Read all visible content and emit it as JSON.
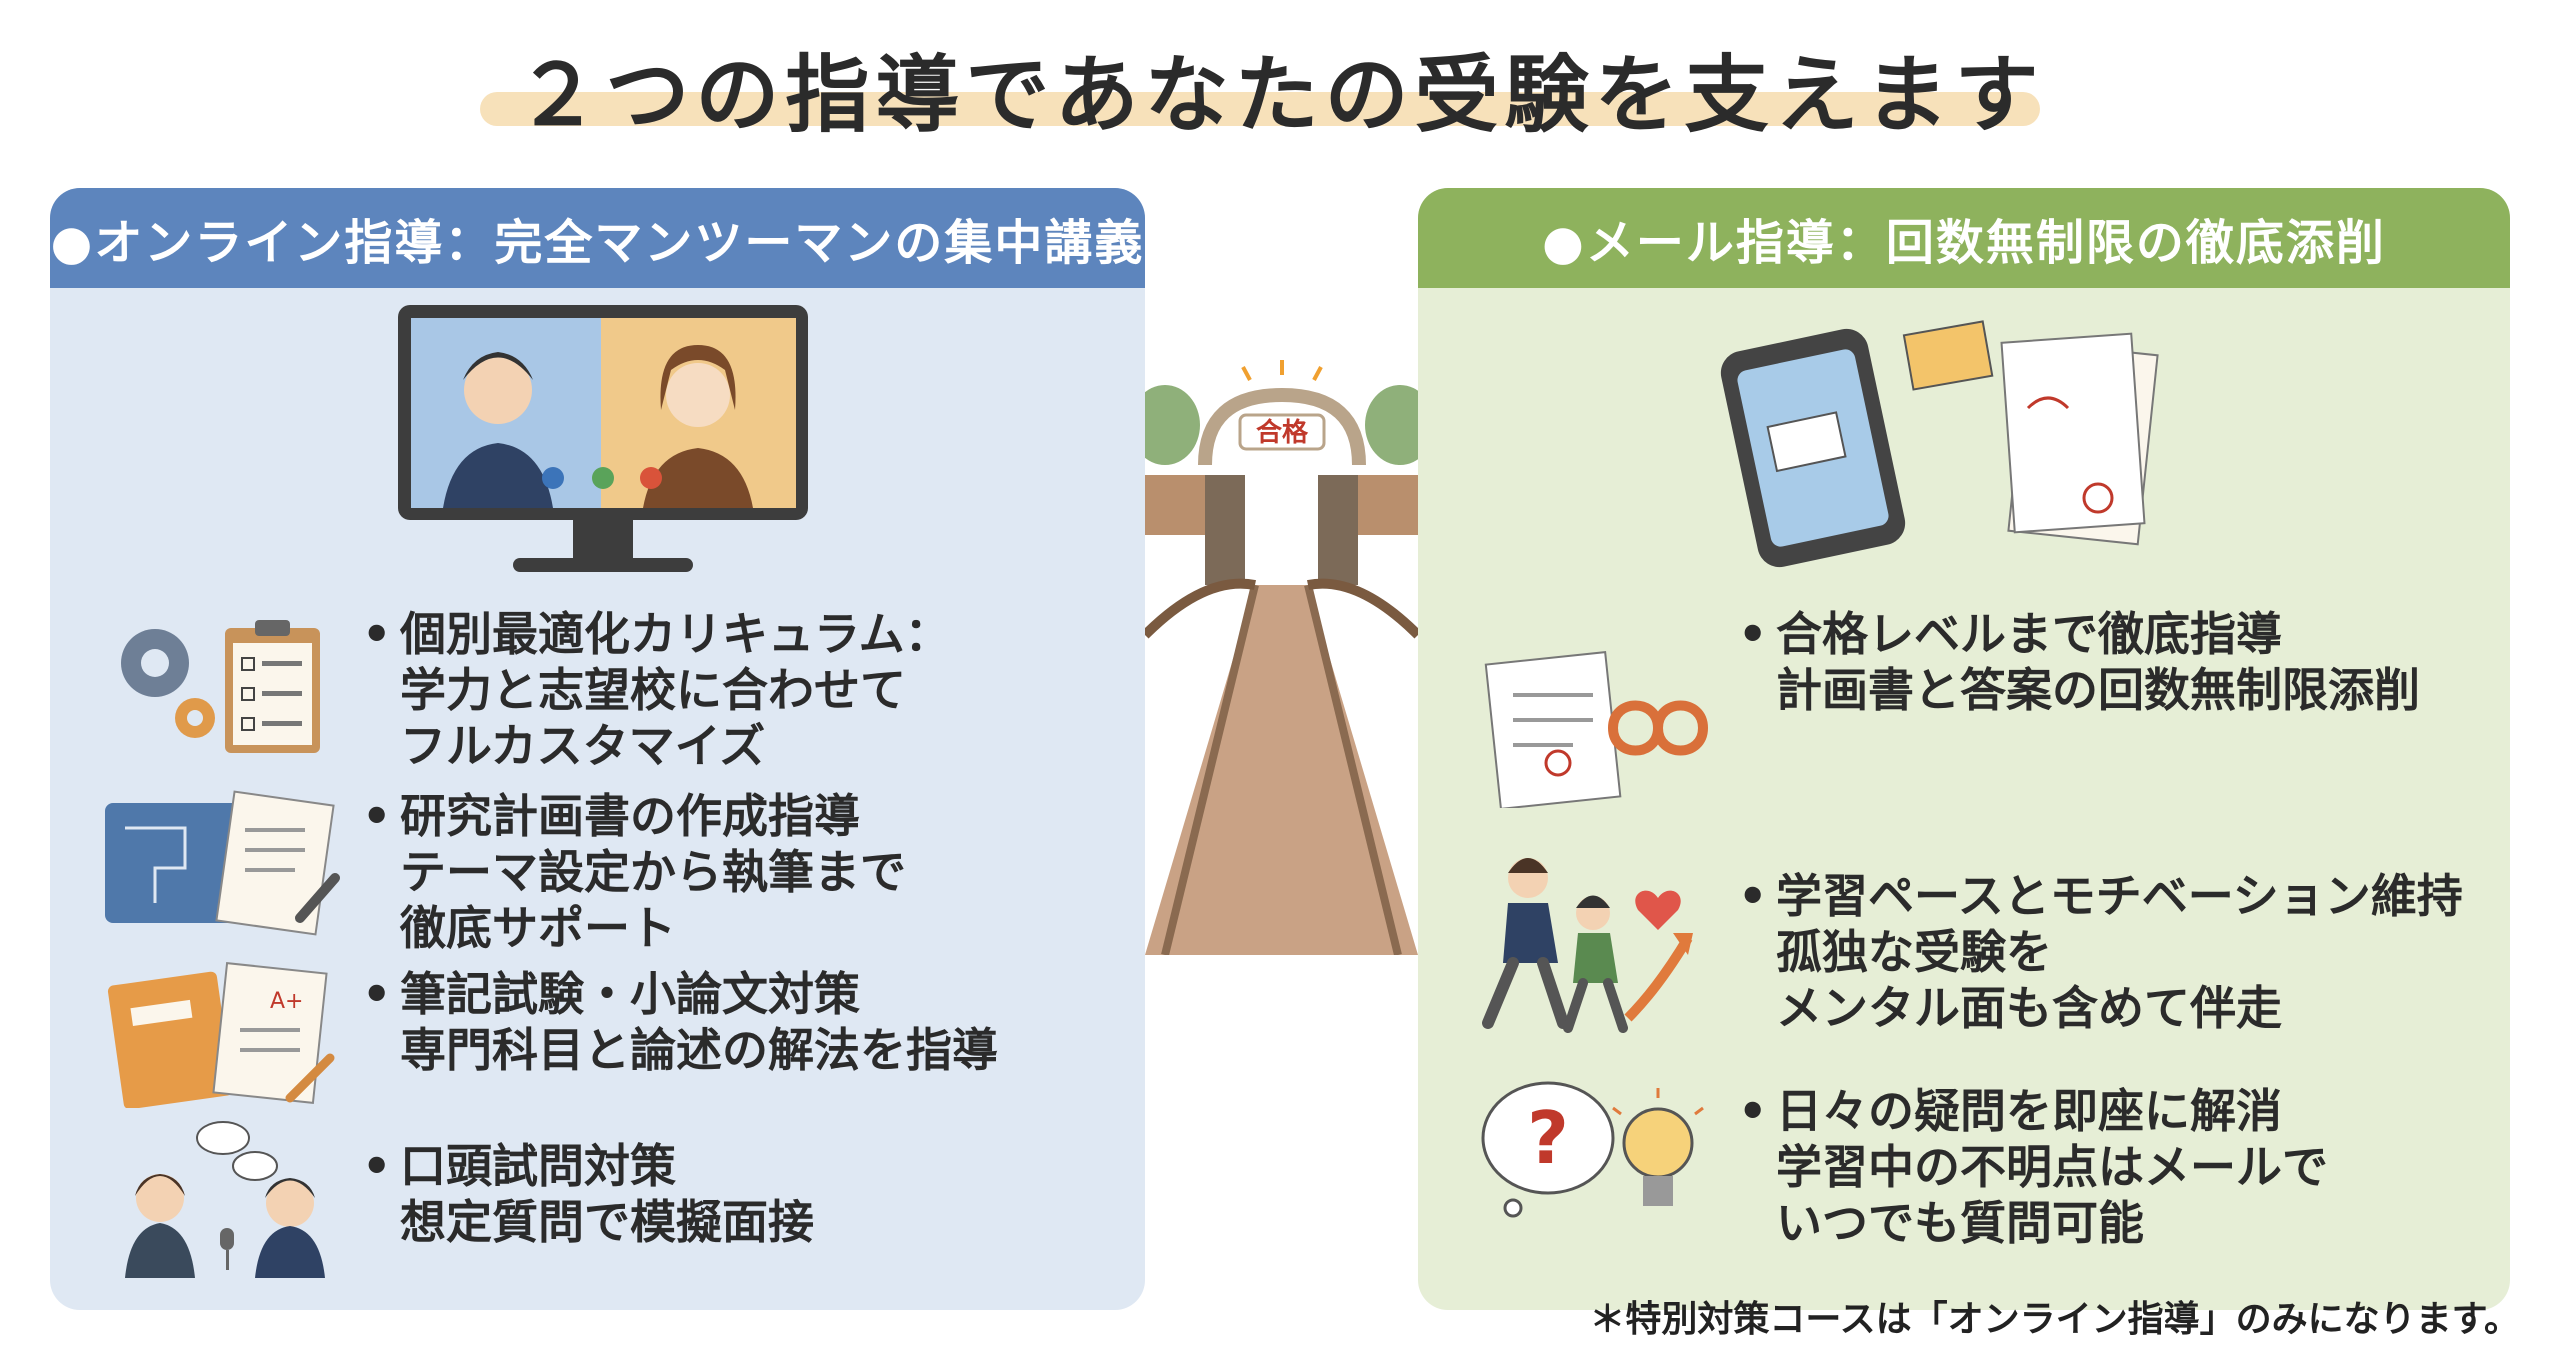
{
  "title": "２つの指導であなたの受験を支えます",
  "left_panel": {
    "header": "●オンライン指導：完全マンツーマンの集中講義",
    "items": [
      {
        "lines": [
          "個別最適化カリキュラム：",
          "学力と志望校に合わせて",
          "フルカスタマイズ"
        ],
        "icon": "gear-checklist-icon"
      },
      {
        "lines": [
          "研究計画書の作成指導",
          "テーマ設定から執筆まで",
          "徹底サポート"
        ],
        "icon": "blueprint-document-icon"
      },
      {
        "lines": [
          "筆記試験・小論文対策",
          "専門科目と論述の解法を指導"
        ],
        "icon": "notebook-test-icon"
      },
      {
        "lines": [
          "口頭試問対策",
          "想定質問で模擬面接"
        ],
        "icon": "interview-icon"
      }
    ]
  },
  "right_panel": {
    "header": "●メール指導：回数無制限の徹底添削",
    "items": [
      {
        "lines": [
          "合格レベルまで徹底指導",
          "計画書と答案の回数無制限添削"
        ],
        "icon": "infinity-document-icon"
      },
      {
        "lines": [
          "学習ペースとモチベーション維持",
          "孤独な受験を",
          "メンタル面も含めて伴走"
        ],
        "icon": "running-people-icon"
      },
      {
        "lines": [
          "日々の疑問を即座に解消",
          "学習中の不明点はメールで",
          "いつでも質問可能"
        ],
        "icon": "question-lightbulb-icon"
      }
    ]
  },
  "gate_sign": "合格",
  "footnote": "＊特別対策コースは「オンライン指導」のみになります。",
  "colors": {
    "left_header": "#5d85bd",
    "right_header": "#8eb25d",
    "left_bg": "#dfe8f3",
    "right_bg": "#e6eed6",
    "accent": "#e07a3c"
  }
}
